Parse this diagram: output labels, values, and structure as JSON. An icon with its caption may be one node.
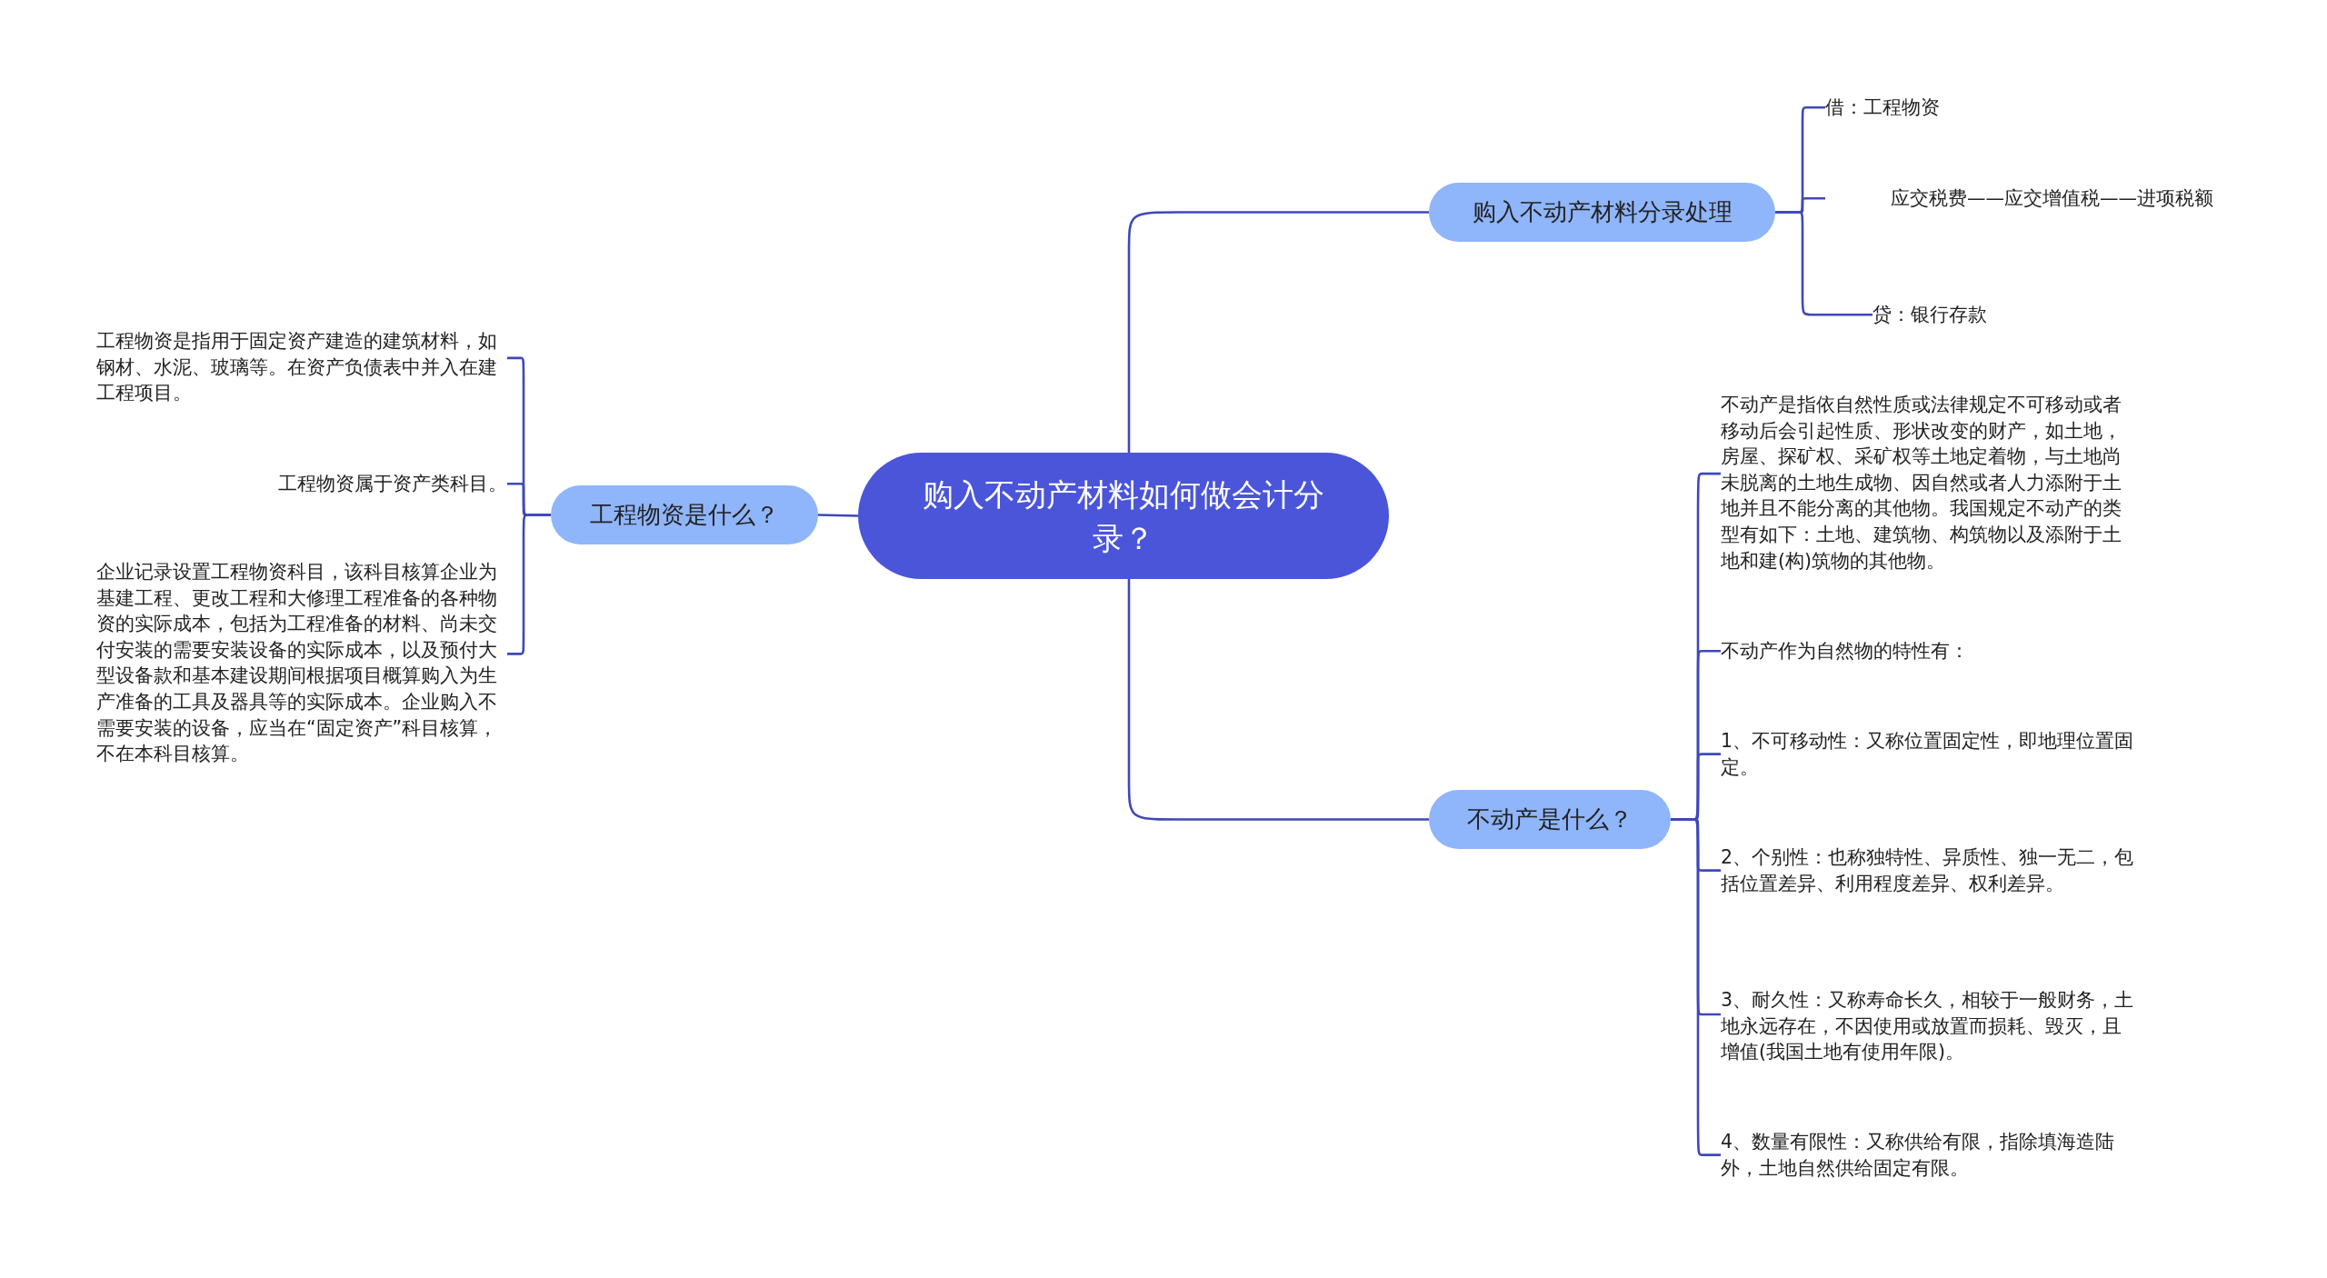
{
  "diagram": {
    "nodes": [
      {
        "text": [
          "购入不动产材料如何做会计分录？"
        ]
      },
      {
        "text": [
          "购入不动产材料分录处理"
        ]
      },
      {
        "text": [
          "借：工程物资"
        ]
      },
      {
        "text": [
          "应交税费——应交增值税——进项税额"
        ]
      },
      {
        "text": [
          "贷：银行存款"
        ]
      },
      {
        "text": [
          "不动产是什么？"
        ]
      },
      {
        "text": [
          "不动产是指依自然性质或法律规定不可移动或者移动后会引起性质、形状改变的财产，如土地，房屋、探矿权、采矿权等土地定着物，与土地尚未脱离的土地生成物、因自然或者人力添附于土地并且不能分离的其他物。我国规定不动产的类型有如下：土地、建筑物、构筑物以及添附于土地和建(构)筑物的其他物。"
        ]
      },
      {
        "text": [
          "不动产作为自然物的特性有："
        ]
      },
      {
        "text": [
          "1、不可移动性：又称位置固定性，即地理位置固定。"
        ]
      },
      {
        "text": [
          "2、个别性：也称独特性、异质性、独一无二，包括位置差异、利用程度差异、权利差异。"
        ]
      },
      {
        "text": [
          "3、耐久性：又称寿命长久，相较于一般财务，土地永远存在，不因使用或放置而损耗、毁灭，且增值(我国土地有使用年限)。"
        ]
      },
      {
        "text": [
          "4、数量有限性：又称供给有限，指除填海造陆外，土地自然供给固定有限。"
        ]
      },
      {
        "text": [
          "工程物资是什么？"
        ]
      },
      {
        "text": [
          "工程物资是指用于固定资产建造的建筑材料，如钢材、水泥、玻璃等。在资产负债表中并入在建工程项目。"
        ]
      },
      {
        "text": [
          "工程物资属于资产类科目。"
        ]
      },
      {
        "text": [
          "企业记录设置工程物资科目，该科目核算企业为基建工程、更改工程和大修理工程准备的各种物资的实际成本，包括为工程准备的材料、尚未交付安装的需要安装设备的实际成本，以及预付大型设备款和基本建设期间根据项目概算购入为生产准备的工具及器具等的实际成本。企业购入不需要安装的设备，应当在“固定资产”科目核算，不在本科目核算。"
        ]
      }
    ],
    "edges": [
      {
        "from": 0,
        "to": 1,
        "arrow": "none"
      },
      {
        "from": 1,
        "to": 2,
        "arrow": "none"
      },
      {
        "from": 1,
        "to": 3,
        "arrow": "none"
      },
      {
        "from": 1,
        "to": 4,
        "arrow": "none"
      },
      {
        "from": 0,
        "to": 5,
        "arrow": "none"
      },
      {
        "from": 5,
        "to": 6,
        "arrow": "none"
      },
      {
        "from": 5,
        "to": 7,
        "arrow": "none"
      },
      {
        "from": 5,
        "to": 8,
        "arrow": "none"
      },
      {
        "from": 5,
        "to": 9,
        "arrow": "none"
      },
      {
        "from": 5,
        "to": 10,
        "arrow": "none"
      },
      {
        "from": 5,
        "to": 11,
        "arrow": "none"
      },
      {
        "from": 0,
        "to": 12,
        "arrow": "none"
      },
      {
        "from": 12,
        "to": 13,
        "arrow": "none"
      },
      {
        "from": 12,
        "to": 14,
        "arrow": "none"
      },
      {
        "from": 12,
        "to": 15,
        "arrow": "none"
      }
    ]
  }
}
